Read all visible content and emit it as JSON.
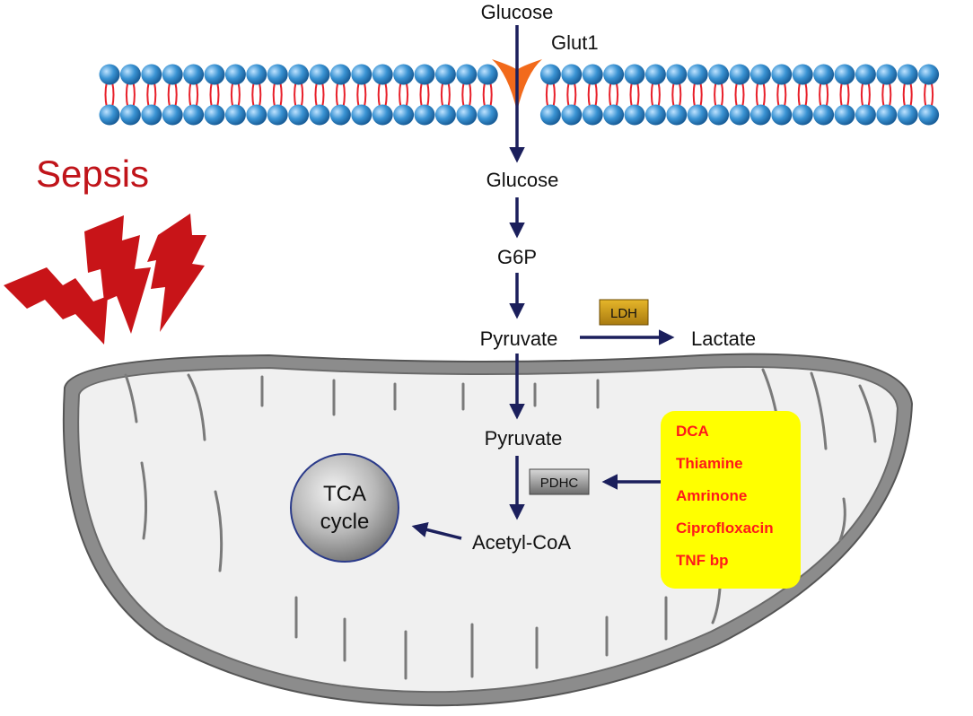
{
  "title": "Sepsis",
  "colors": {
    "sepsis": "#c0141a",
    "arrow": "#1b1f5c",
    "membrane_head": "#2e86c7",
    "membrane_tail": "#e8202a",
    "transporter": "#f26a1b",
    "mito_outer": "#6e6e6e",
    "mito_fill": "#f0f0f0",
    "drug_box": "#ffff00",
    "drug_text": "#ff1a1a",
    "ldh_box": "#c89a18",
    "pdhc_box": "#8a8a8a"
  },
  "labels": {
    "glucose_outside": "Glucose",
    "glut1": "Glut1",
    "glucose_inside": "Glucose",
    "g6p": "G6P",
    "pyruvate_cytosol": "Pyruvate",
    "lactate": "Lactate",
    "ldh": "LDH",
    "pyruvate_mito": "Pyruvate",
    "pdhc": "PDHC",
    "acetyl_coa": "Acetyl-CoA",
    "tca_line1": "TCA",
    "tca_line2": "cycle"
  },
  "drugs": [
    "DCA",
    "Thiamine",
    "Amrinone",
    "Ciprofloxacin",
    "TNF bp"
  ],
  "icons": [
    "lightning-bolt-icon",
    "lightning-bolt-icon",
    "lightning-bolt-icon"
  ]
}
